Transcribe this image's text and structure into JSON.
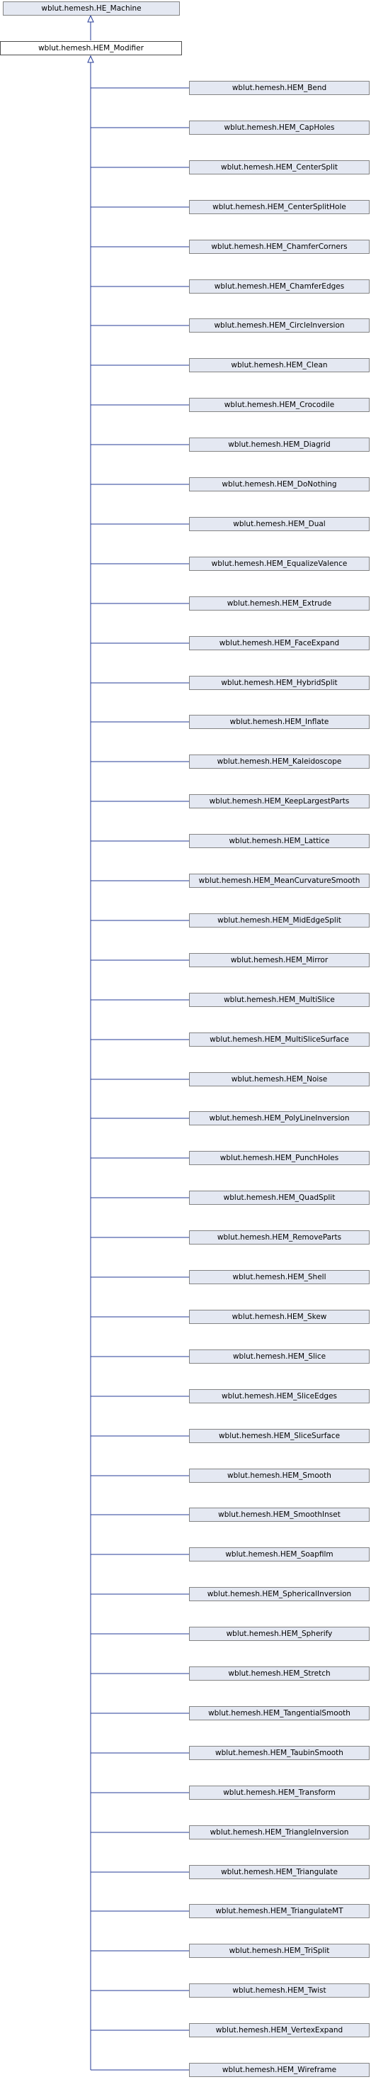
{
  "diagram": {
    "colors": {
      "edge": "#263b97",
      "node_fill": "#e4e8f2",
      "node_border": "#848484",
      "current_fill": "#ffffff",
      "current_border": "#4d4d4d"
    },
    "parent": "wblut.hemesh.HE_Machine",
    "current": "wblut.hemesh.HEM_Modifier",
    "children": [
      "wblut.hemesh.HEM_Bend",
      "wblut.hemesh.HEM_CapHoles",
      "wblut.hemesh.HEM_CenterSplit",
      "wblut.hemesh.HEM_CenterSplitHole",
      "wblut.hemesh.HEM_ChamferCorners",
      "wblut.hemesh.HEM_ChamferEdges",
      "wblut.hemesh.HEM_CircleInversion",
      "wblut.hemesh.HEM_Clean",
      "wblut.hemesh.HEM_Crocodile",
      "wblut.hemesh.HEM_Diagrid",
      "wblut.hemesh.HEM_DoNothing",
      "wblut.hemesh.HEM_Dual",
      "wblut.hemesh.HEM_EqualizeValence",
      "wblut.hemesh.HEM_Extrude",
      "wblut.hemesh.HEM_FaceExpand",
      "wblut.hemesh.HEM_HybridSplit",
      "wblut.hemesh.HEM_Inflate",
      "wblut.hemesh.HEM_Kaleidoscope",
      "wblut.hemesh.HEM_KeepLargestParts",
      "wblut.hemesh.HEM_Lattice",
      "wblut.hemesh.HEM_MeanCurvatureSmooth",
      "wblut.hemesh.HEM_MidEdgeSplit",
      "wblut.hemesh.HEM_Mirror",
      "wblut.hemesh.HEM_MultiSlice",
      "wblut.hemesh.HEM_MultiSliceSurface",
      "wblut.hemesh.HEM_Noise",
      "wblut.hemesh.HEM_PolyLineInversion",
      "wblut.hemesh.HEM_PunchHoles",
      "wblut.hemesh.HEM_QuadSplit",
      "wblut.hemesh.HEM_RemoveParts",
      "wblut.hemesh.HEM_Shell",
      "wblut.hemesh.HEM_Skew",
      "wblut.hemesh.HEM_Slice",
      "wblut.hemesh.HEM_SliceEdges",
      "wblut.hemesh.HEM_SliceSurface",
      "wblut.hemesh.HEM_Smooth",
      "wblut.hemesh.HEM_SmoothInset",
      "wblut.hemesh.HEM_Soapfilm",
      "wblut.hemesh.HEM_SphericalInversion",
      "wblut.hemesh.HEM_Spherify",
      "wblut.hemesh.HEM_Stretch",
      "wblut.hemesh.HEM_TangentialSmooth",
      "wblut.hemesh.HEM_TaubinSmooth",
      "wblut.hemesh.HEM_Transform",
      "wblut.hemesh.HEM_TriangleInversion",
      "wblut.hemesh.HEM_Triangulate",
      "wblut.hemesh.HEM_TriangulateMT",
      "wblut.hemesh.HEM_TriSplit",
      "wblut.hemesh.HEM_Twist",
      "wblut.hemesh.HEM_VertexExpand",
      "wblut.hemesh.HEM_Wireframe"
    ]
  }
}
